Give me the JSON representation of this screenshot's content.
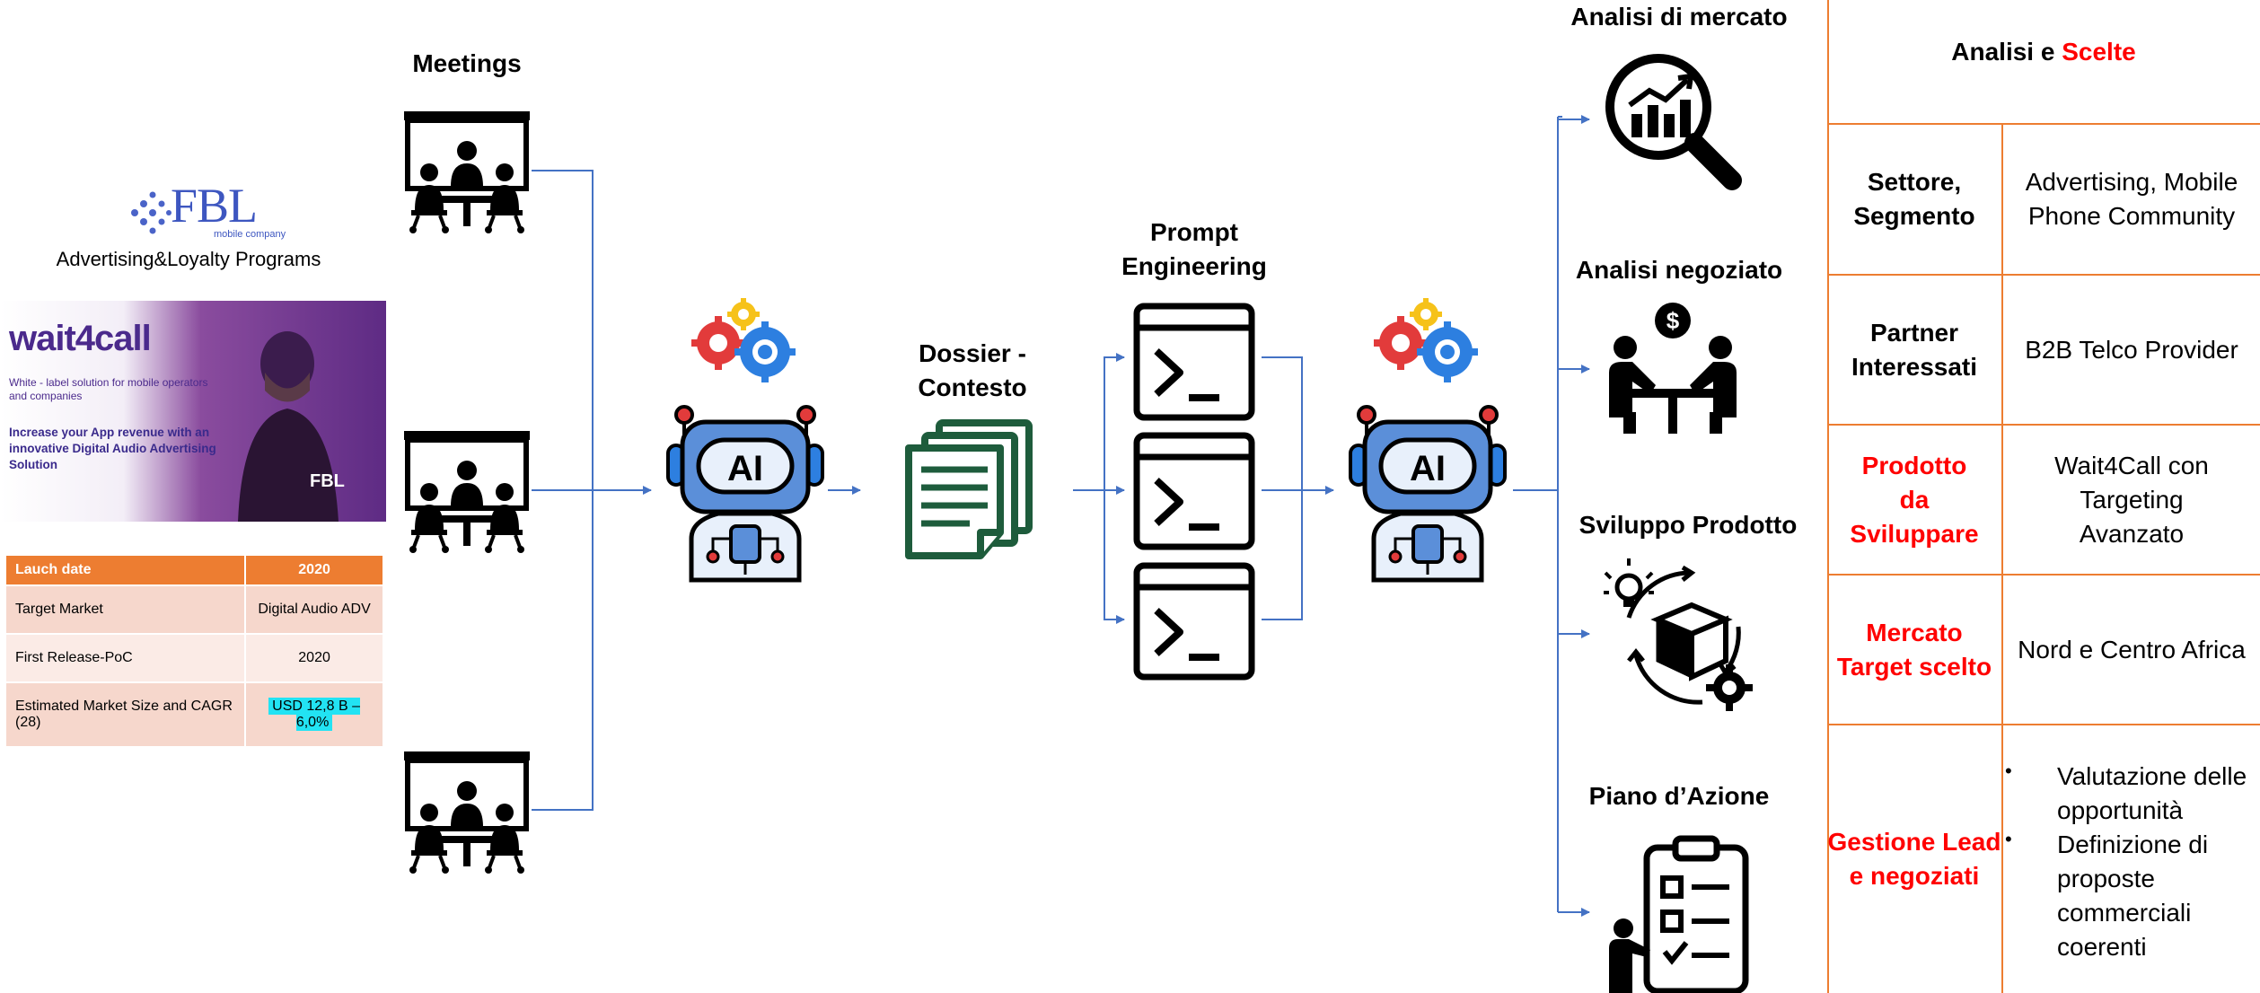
{
  "brand": {
    "logo_text": "FBL",
    "logo_tagline": "mobile company",
    "subtitle": "Advertising&Loyalty Programs"
  },
  "banner": {
    "product_name": "wait4call",
    "description": "White - label solution for mobile operators and companies",
    "cta": "Increase your App revenue with an innovative Digital Audio Advertising Solution",
    "mini_logo": "FBL"
  },
  "product_table": {
    "header": [
      "Lauch date",
      "2020"
    ],
    "rows": [
      [
        "Target Market",
        "Digital Audio ADV"
      ],
      [
        "First Release-PoC",
        "2020"
      ],
      [
        "Estimated Market Size and CAGR (28)",
        "USD 12,8 B – 6,0%"
      ]
    ]
  },
  "flow": {
    "meetings_label": "Meetings",
    "dossier_label": "Dossier -\nContesto",
    "prompt_label": "Prompt\nEngineering",
    "ai_text": "AI",
    "outputs": [
      {
        "label": "Analisi di mercato",
        "icon": "market-analysis-icon"
      },
      {
        "label": "Analisi negoziato",
        "icon": "negotiation-icon"
      },
      {
        "label": "Sviluppo Prodotto",
        "icon": "product-development-icon"
      },
      {
        "label": "Piano d’Azione",
        "icon": "action-plan-icon"
      }
    ]
  },
  "right_table": {
    "title_part1": "Analisi e ",
    "title_part2": "Scelte",
    "rows": [
      {
        "left": "Settore,\nSegmento",
        "right": "Advertising, Mobile Phone Community"
      },
      {
        "left": "Partner\nInteressati",
        "right": "B2B Telco Provider"
      },
      {
        "left": "Prodotto da Sviluppare",
        "right": "Wait4Call con Targeting Avanzato"
      },
      {
        "left": "Mercato\nTarget scelto",
        "right": "Nord e Centro Africa"
      },
      {
        "left": "Gestione Lead\ne negoziati",
        "right_bullets": [
          "Valutazione delle opportunità",
          "Definizione di proposte commerciali coerenti"
        ]
      }
    ]
  },
  "colors": {
    "orange": "#ed7d31",
    "red": "#ff0000",
    "arrow_blue": "#4472c4",
    "dossier_green": "#1e5c3c",
    "robot_blue": "#5b8fd9"
  }
}
